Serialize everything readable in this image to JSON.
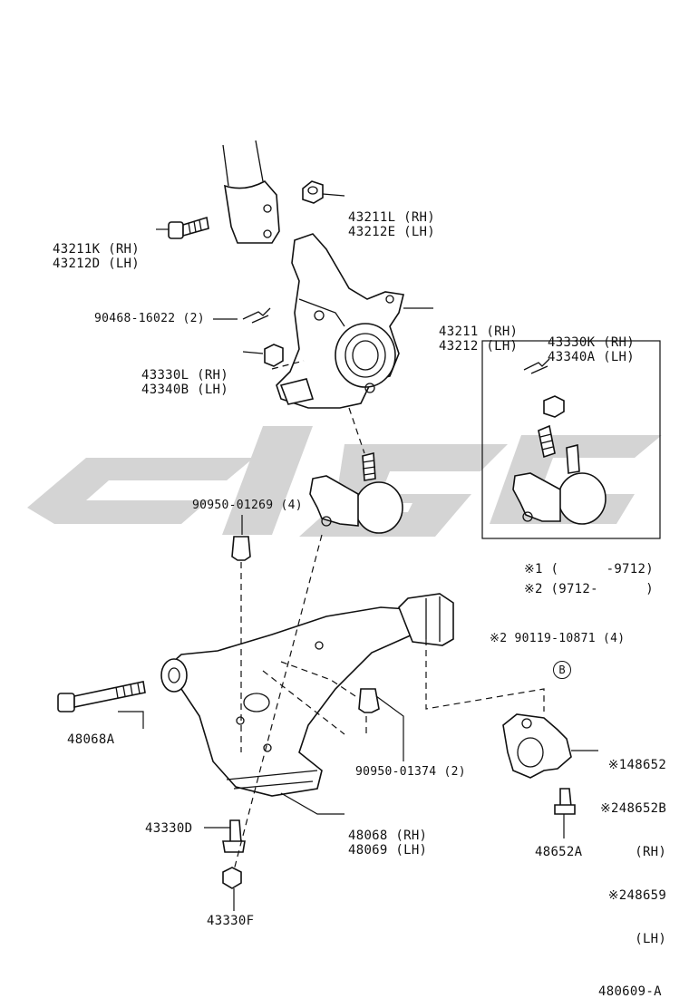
{
  "labels": {
    "p43211L": [
      "43211L (RH)",
      "43212E (LH)"
    ],
    "p43211K": [
      "43211K (RH)",
      "43212D (LH)"
    ],
    "p43211": [
      "43211 (RH)",
      "43212 (LH)"
    ],
    "p43330K": [
      "43330K (RH)",
      "43340A (LH)"
    ],
    "p90468": "90468-16022 (2)",
    "p43330L": [
      "43330L (RH)",
      "43340B (LH)"
    ],
    "p90950_01269": "90950-01269 (4)",
    "note1": "※1 (      -9712)",
    "note2": "※2 (9712-      )",
    "p90119": "※2 90119-10871 (4)",
    "circleB": "B",
    "p48068A": "48068A",
    "p90950_01374": "90950-01374 (2)",
    "p148652": [
      "※148652",
      "※248652B",
      "(RH)",
      "※248659",
      "(LH)"
    ],
    "p48068": [
      "48068 (RH)",
      "48069 (LH)"
    ],
    "p43330D": "43330D",
    "p48652A": "48652A",
    "p43330F": "43330F",
    "figure_id": "480609-A"
  },
  "colors": {
    "line": "#111111",
    "watermark": "#d4d4d4",
    "background": "#ffffff"
  }
}
